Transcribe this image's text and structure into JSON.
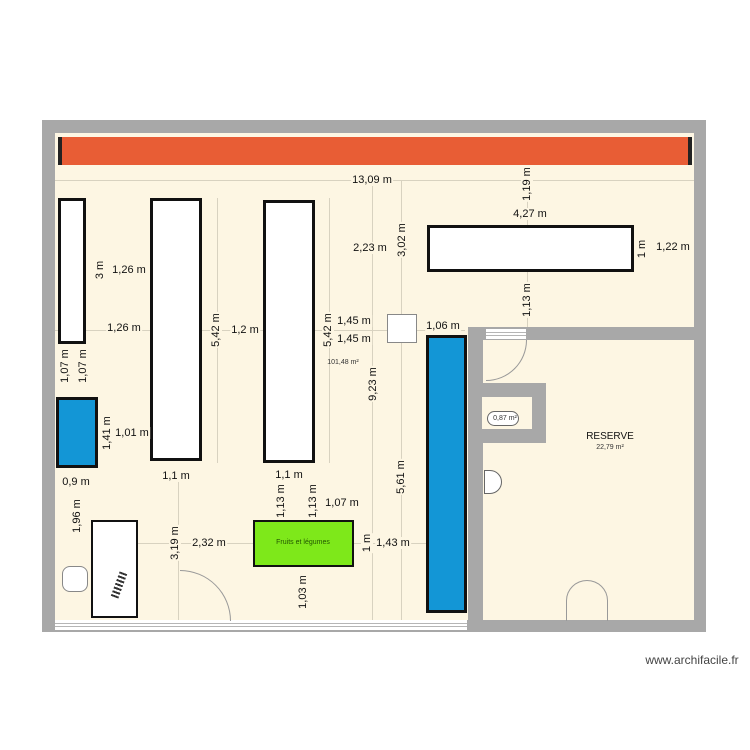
{
  "colors": {
    "wall": "#a8a8a8",
    "floor": "#fdf6e3",
    "orange_bar": "#e85d35",
    "blue_fixture": "#1396d6",
    "green_fixture": "#7ee81a"
  },
  "rooms": {
    "main_area": "101,48 m²",
    "reserve_name": "RESERVE",
    "reserve_area": "22,79 m²",
    "wc_area": "0,87 m²"
  },
  "fixture_label": "Fruits et légumes",
  "watermark": "www.archifacile.fr",
  "labels": [
    "13,09 m",
    "1,19 m",
    "4,27 m",
    "2,23 m",
    "3,02 m",
    "1,22 m",
    "1 m",
    "1,13 m",
    "1,06 m",
    "1,45 m",
    "1,45 m",
    "5,42 m",
    "5,42 m",
    "1,2 m",
    "1,26 m",
    "3 m",
    "1,26 m",
    "1,07 m",
    "1,07 m",
    "9,23 m",
    "1,01 m",
    "1,41 m",
    "0,9 m",
    "1,1 m",
    "1,1 m",
    "1,13 m",
    "1,13 m",
    "1,07 m",
    "5,61 m",
    "1,96 m",
    "3,19 m",
    "2,32 m",
    "1 m",
    "1,43 m",
    "1,03 m"
  ]
}
